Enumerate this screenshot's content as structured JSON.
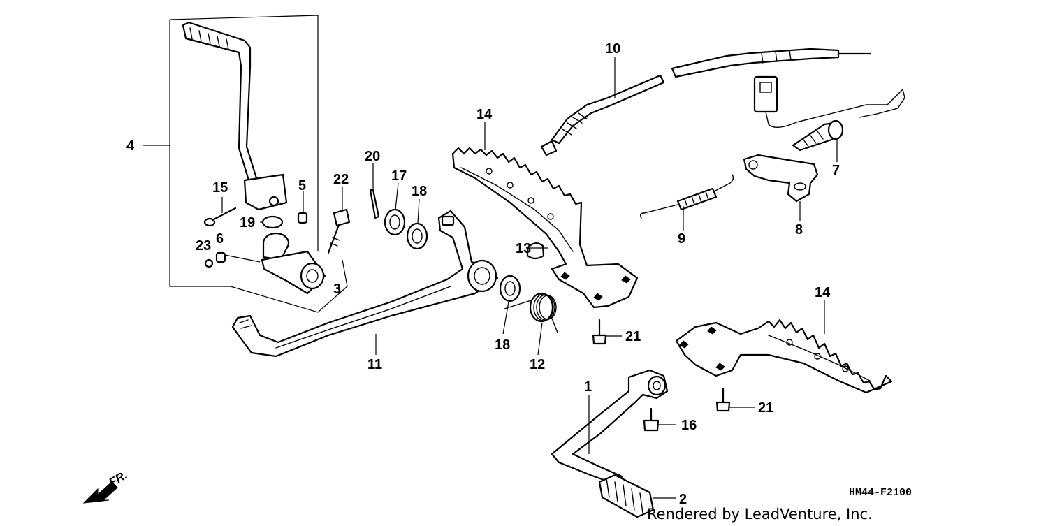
{
  "callouts": {
    "c1": "1",
    "c2": "2",
    "c3": "3",
    "c4": "4",
    "c5": "5",
    "c6": "6",
    "c7": "7",
    "c8": "8",
    "c9": "9",
    "c10": "10",
    "c11": "11",
    "c12": "12",
    "c13": "13",
    "c14a": "14",
    "c14b": "14",
    "c15": "15",
    "c16": "16",
    "c17": "17",
    "c18a": "18",
    "c18b": "18",
    "c19": "19",
    "c20": "20",
    "c21a": "21",
    "c21b": "21",
    "c22": "22",
    "c23": "23"
  },
  "diagram_code": "HM44-F2100",
  "credit": "Rendered by LeadVenture, Inc.",
  "direction_label": "FR."
}
